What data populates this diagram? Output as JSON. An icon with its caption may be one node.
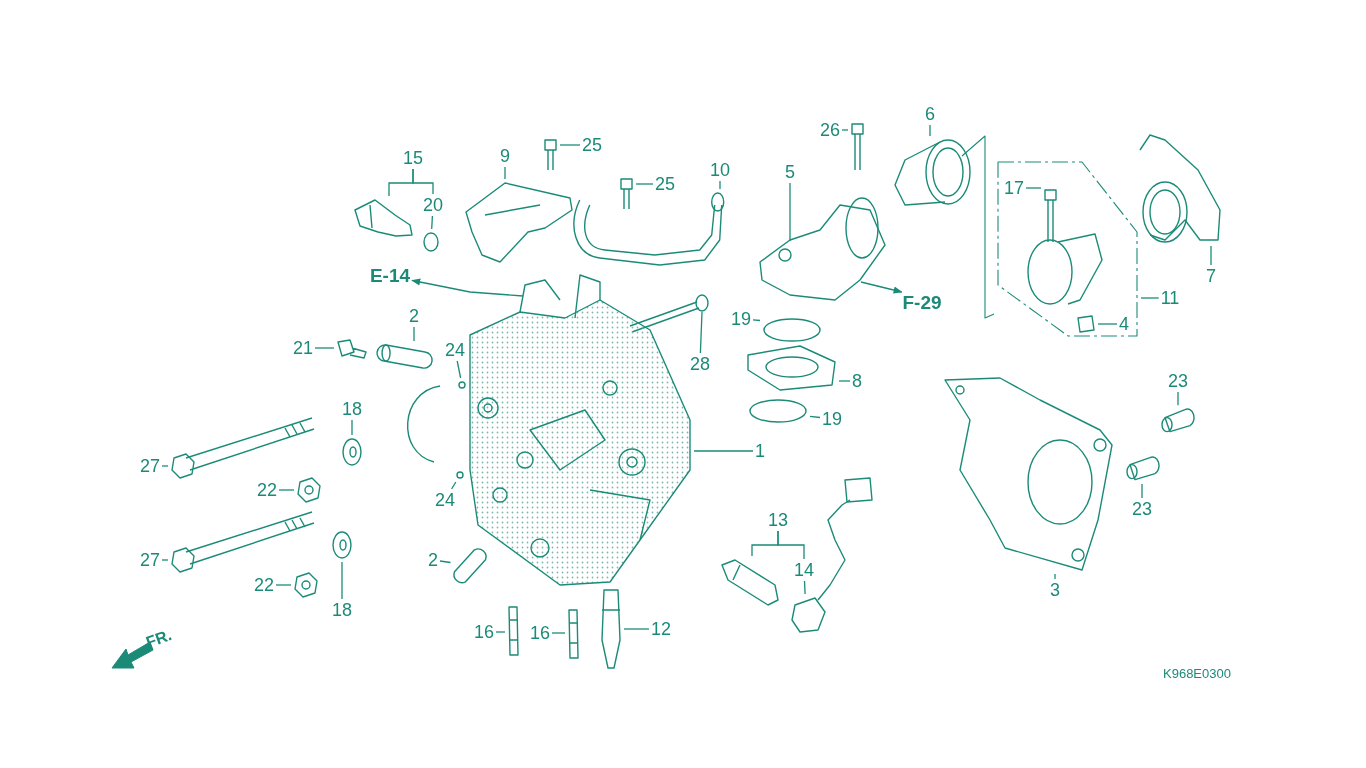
{
  "diagram": {
    "nodes": [
      {
        "text": [
          "6"
        ]
      },
      {
        "text": [
          "26"
        ]
      },
      {
        "text": [
          "15"
        ]
      },
      {
        "text": [
          "9"
        ]
      },
      {
        "text": [
          "25"
        ]
      },
      {
        "text": [
          "10"
        ]
      },
      {
        "text": [
          "25"
        ]
      },
      {
        "text": [
          "20"
        ]
      },
      {
        "text": [
          "5"
        ]
      },
      {
        "text": [],
        "shape": "box"
      },
      {
        "text": [
          "17"
        ],
        "in": 9
      },
      {
        "text": [
          "7"
        ]
      },
      {
        "text": [
          "E-14"
        ]
      },
      {
        "text": [
          "F-29"
        ]
      },
      {
        "text": [
          "11"
        ]
      },
      {
        "text": [
          "2"
        ]
      },
      {
        "text": [
          "28"
        ]
      },
      {
        "text": [
          "19"
        ]
      },
      {
        "text": [
          "4"
        ],
        "in": 9
      },
      {
        "text": [
          "21"
        ]
      },
      {
        "text": [
          "24"
        ]
      },
      {
        "text": [
          "8"
        ]
      },
      {
        "text": [
          "23"
        ]
      },
      {
        "text": [
          "18"
        ]
      },
      {
        "text": [
          "27"
        ]
      },
      {
        "text": [
          "19"
        ]
      },
      {
        "text": [
          "1"
        ]
      },
      {
        "text": [
          "22"
        ]
      },
      {
        "text": [
          "24"
        ]
      },
      {
        "text": [
          "23"
        ]
      },
      {
        "text": [
          "13"
        ]
      },
      {
        "text": [
          "27"
        ]
      },
      {
        "text": [
          "14"
        ]
      },
      {
        "text": [
          "22"
        ]
      },
      {
        "text": [
          "2"
        ]
      },
      {
        "text": [
          "18"
        ]
      },
      {
        "text": [
          "3"
        ]
      },
      {
        "text": [
          "16"
        ]
      },
      {
        "text": [
          "16"
        ]
      },
      {
        "text": [
          "12"
        ]
      },
      {
        "text": [],
        "shape": "picture"
      },
      {
        "text": [],
        "shape": "picture"
      },
      {
        "text": [],
        "shape": "picture"
      },
      {
        "text": [],
        "shape": "picture"
      },
      {
        "text": [],
        "shape": "picture"
      },
      {
        "text": [],
        "shape": "picture"
      },
      {
        "text": [],
        "shape": "picture"
      },
      {
        "text": [],
        "shape": "circle"
      },
      {
        "text": [],
        "shape": "picture"
      },
      {
        "text": [],
        "shape": "picture",
        "in": 9
      },
      {
        "text": [],
        "shape": "picture"
      },
      {
        "text": [],
        "shape": "picture"
      },
      {
        "text": [],
        "shape": "picture"
      },
      {
        "text": [],
        "shape": "circle"
      },
      {
        "text": [],
        "shape": "box",
        "in": 9
      },
      {
        "text": [],
        "shape": "picture"
      },
      {
        "text": [],
        "shape": "circle"
      },
      {
        "text": [],
        "shape": "picture"
      },
      {
        "text": [],
        "shape": "picture"
      },
      {
        "text": [],
        "shape": "picture"
      },
      {
        "text": [],
        "shape": "picture"
      },
      {
        "text": [],
        "shape": "circle"
      },
      {
        "text": [],
        "shape": "picture"
      },
      {
        "text": [],
        "shape": "picture"
      },
      {
        "text": [],
        "shape": "circle"
      },
      {
        "text": [],
        "shape": "picture"
      },
      {
        "text": [],
        "shape": "picture"
      },
      {
        "text": [],
        "shape": "picture"
      },
      {
        "text": [],
        "shape": "picture"
      },
      {
        "text": [],
        "shape": "picture"
      },
      {
        "text": [],
        "shape": "picture"
      },
      {
        "text": [],
        "shape": "picture"
      },
      {
        "text": [],
        "shape": "picture"
      },
      {
        "text": [],
        "shape": "picture"
      },
      {
        "text": [],
        "shape": "picture"
      },
      {
        "text": [],
        "shape": "picture"
      }
    ],
    "edges": [
      {
        "from": 0,
        "to": 40,
        "arrow": "none"
      },
      {
        "from": 1,
        "to": 41,
        "arrow": "none"
      },
      {
        "from": 2,
        "to": 42,
        "arrow": "none"
      },
      {
        "from": 2,
        "to": 7,
        "arrow": "none"
      },
      {
        "from": 3,
        "to": 43,
        "arrow": "none"
      },
      {
        "from": 4,
        "to": 44,
        "arrow": "none"
      },
      {
        "from": 5,
        "to": 45,
        "arrow": "none"
      },
      {
        "from": 6,
        "to": 46,
        "arrow": "none"
      },
      {
        "from": 7,
        "to": 47,
        "arrow": "none"
      },
      {
        "from": 8,
        "to": 48,
        "arrow": "none"
      },
      {
        "from": 10,
        "to": 49,
        "arrow": "none"
      },
      {
        "from": 11,
        "to": 50,
        "arrow": "none"
      },
      {
        "from": 62,
        "to": 12,
        "arrow": "to"
      },
      {
        "from": 48,
        "to": 13,
        "arrow": "to"
      },
      {
        "from": 14,
        "to": 9,
        "arrow": "none"
      },
      {
        "from": 15,
        "to": 51,
        "arrow": "none"
      },
      {
        "from": 16,
        "to": 52,
        "arrow": "none"
      },
      {
        "from": 17,
        "to": 53,
        "arrow": "none"
      },
      {
        "from": 18,
        "to": 54,
        "arrow": "none"
      },
      {
        "from": 19,
        "to": 55,
        "arrow": "none"
      },
      {
        "from": 20,
        "to": 56,
        "arrow": "none"
      },
      {
        "from": 21,
        "to": 57,
        "arrow": "none"
      },
      {
        "from": 22,
        "to": 58,
        "arrow": "none"
      },
      {
        "from": 23,
        "to": 59,
        "arrow": "none"
      },
      {
        "from": 24,
        "to": 60,
        "arrow": "none"
      },
      {
        "from": 25,
        "to": 61,
        "arrow": "none"
      },
      {
        "from": 26,
        "to": 62,
        "arrow": "none"
      },
      {
        "from": 27,
        "to": 63,
        "arrow": "none"
      },
      {
        "from": 28,
        "to": 64,
        "arrow": "none"
      },
      {
        "from": 29,
        "to": 65,
        "arrow": "none"
      },
      {
        "from": 30,
        "to": 66,
        "arrow": "none"
      },
      {
        "from": 30,
        "to": 32,
        "arrow": "none"
      },
      {
        "from": 31,
        "to": 67,
        "arrow": "none"
      },
      {
        "from": 32,
        "to": 68,
        "arrow": "none"
      },
      {
        "from": 33,
        "to": 69,
        "arrow": "none"
      },
      {
        "from": 34,
        "to": 70,
        "arrow": "none"
      },
      {
        "from": 35,
        "to": 71,
        "arrow": "none"
      },
      {
        "from": 36,
        "to": 72,
        "arrow": "none"
      },
      {
        "from": 37,
        "to": 73,
        "arrow": "none"
      },
      {
        "from": 38,
        "to": 74,
        "arrow": "none"
      },
      {
        "from": 39,
        "to": 75,
        "arrow": "none"
      }
    ],
    "labels": [
      "FR.",
      "K968E0300"
    ]
  }
}
